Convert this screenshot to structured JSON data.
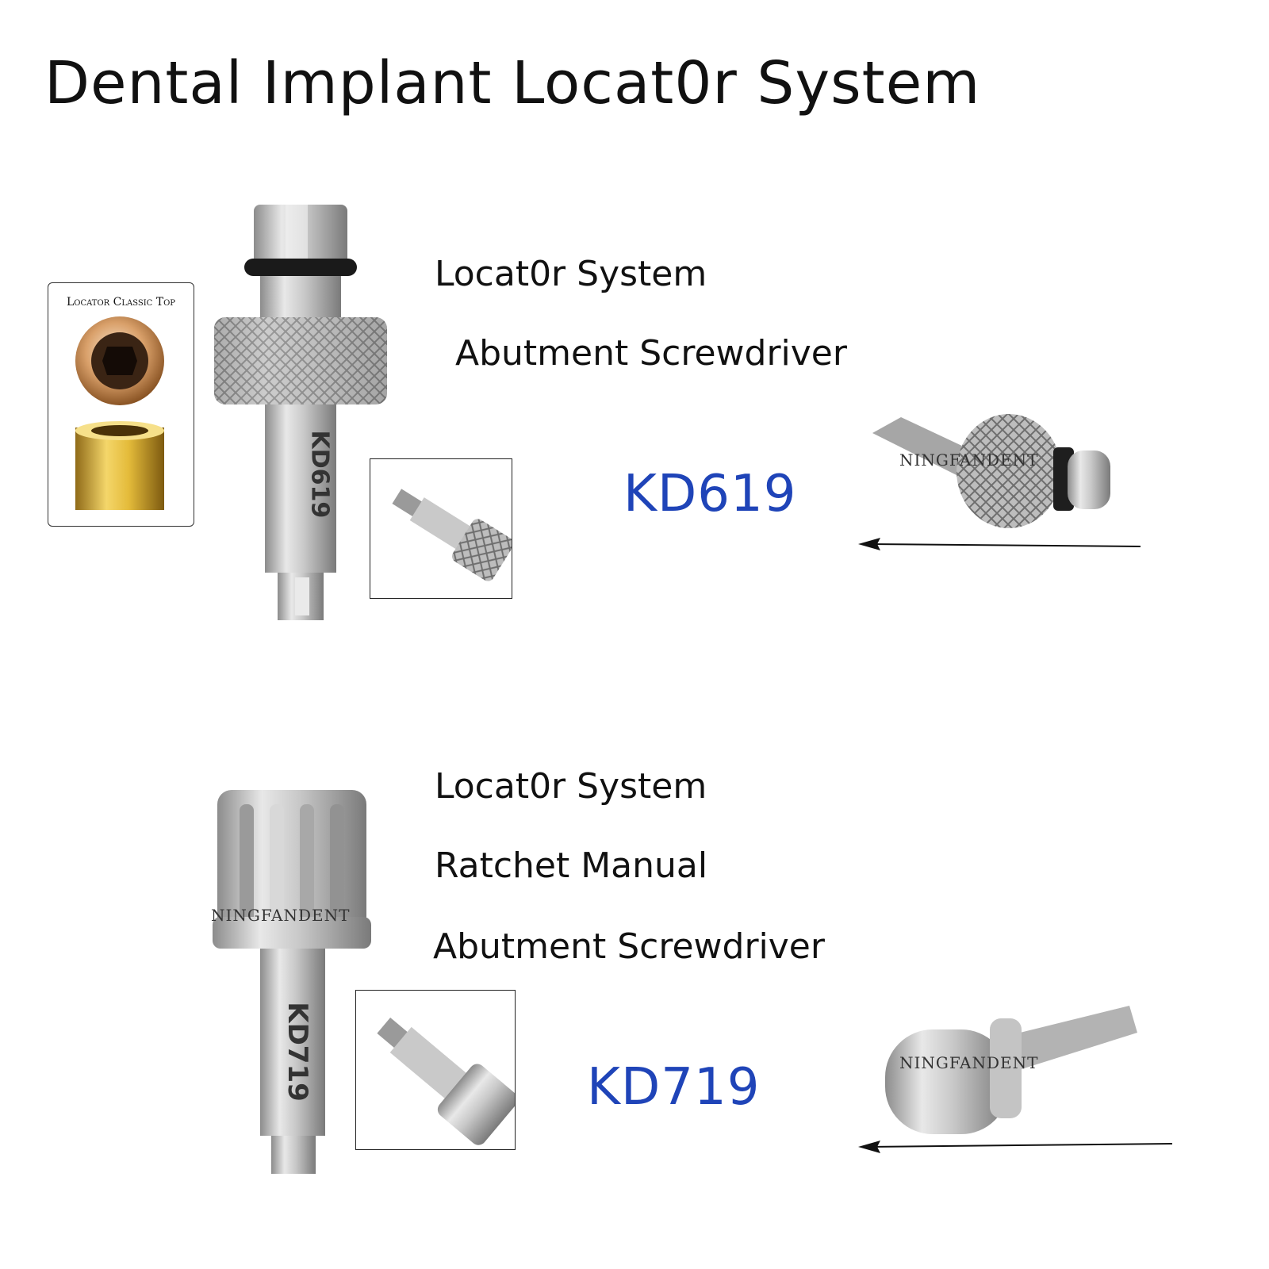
{
  "page": {
    "title": "Dental Implant Locat0r System",
    "watermark": "NINGFANDENT"
  },
  "product1": {
    "line1": "Locat0r System",
    "line2": "Abutment Screwdriver",
    "code": "KD619",
    "engraving": "KD619",
    "card_title": "Locator Classic Top"
  },
  "product2": {
    "line1": "Locat0r System",
    "line2": "Ratchet Manual",
    "line3": "Abutment Screwdriver",
    "code": "KD719",
    "engraving": "KD719"
  },
  "colors": {
    "code_blue": "#1f44b8",
    "steel": "#b9b9b9",
    "gold": "#c8a040"
  }
}
